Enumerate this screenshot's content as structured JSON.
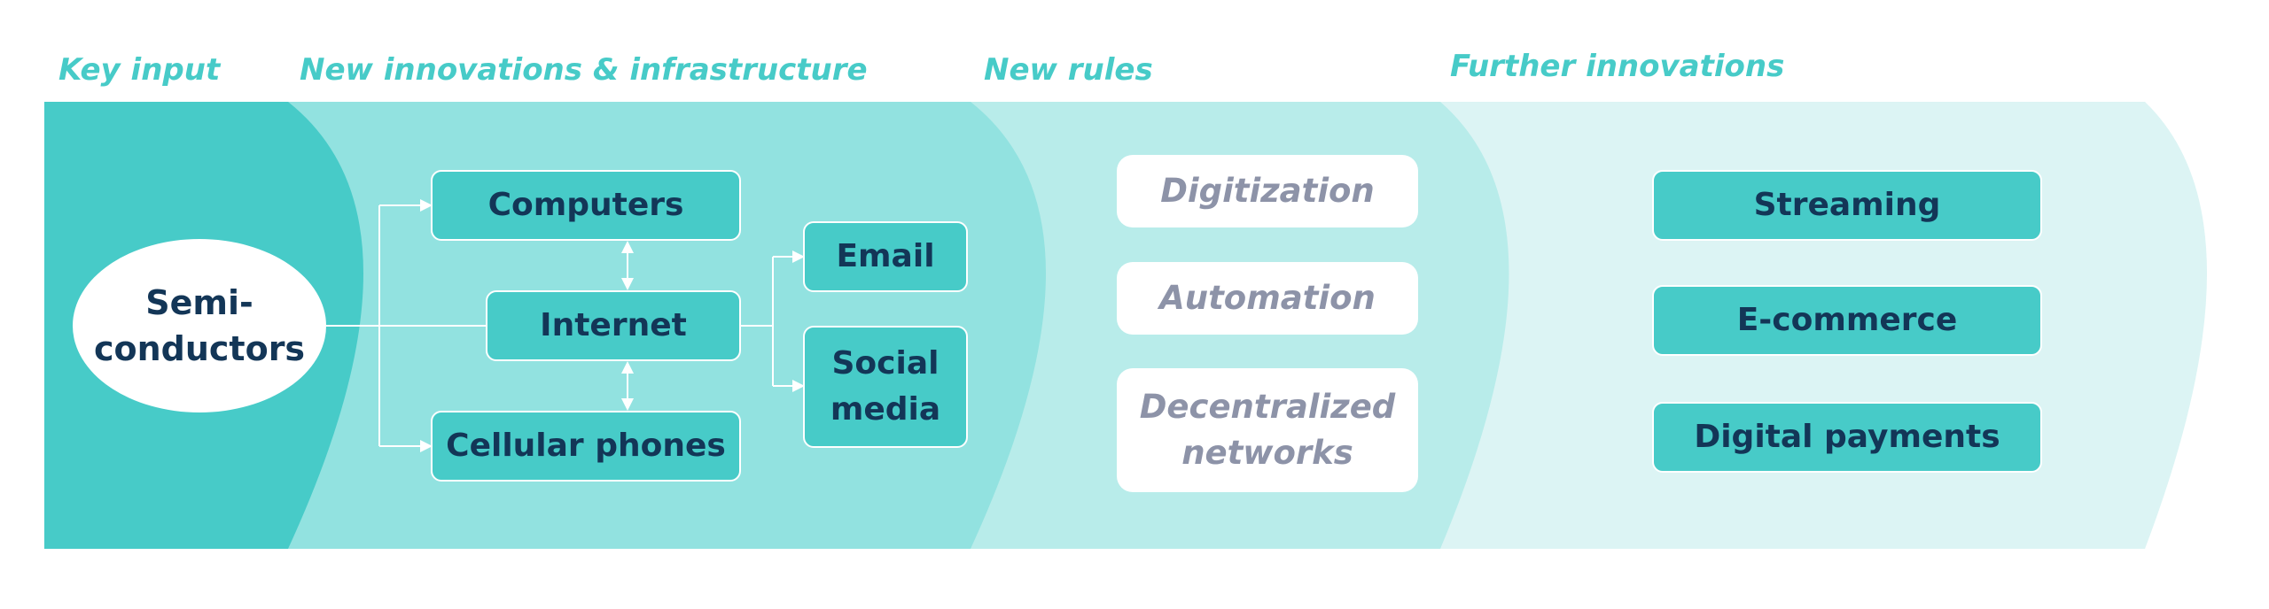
{
  "stages": {
    "key_input": "Key input",
    "new_innovations": "New innovations & infrastructure",
    "new_rules": "New rules",
    "further_innovations": "Further innovations"
  },
  "nodes": {
    "semiconductors_line1": "Semi-",
    "semiconductors_line2": "conductors",
    "computers": "Computers",
    "internet": "Internet",
    "cellular_phones": "Cellular phones",
    "email": "Email",
    "social_media_line1": "Social",
    "social_media_line2": "media"
  },
  "rules": {
    "digitization": "Digitization",
    "automation": "Automation",
    "decentralized_line1": "Decentralized",
    "decentralized_line2": "networks"
  },
  "further": {
    "streaming": "Streaming",
    "ecommerce": "E-commerce",
    "digital_payments": "Digital payments"
  },
  "colors": {
    "band_1": "#47CBC8",
    "band_2": "#92E2E0",
    "band_3": "#B8ECEA",
    "band_4": "#DCF4F4",
    "heading": "#47CBC8",
    "node_fill": "#47CBC8",
    "node_text": "#133657",
    "rule_text": "#8D93A8"
  }
}
